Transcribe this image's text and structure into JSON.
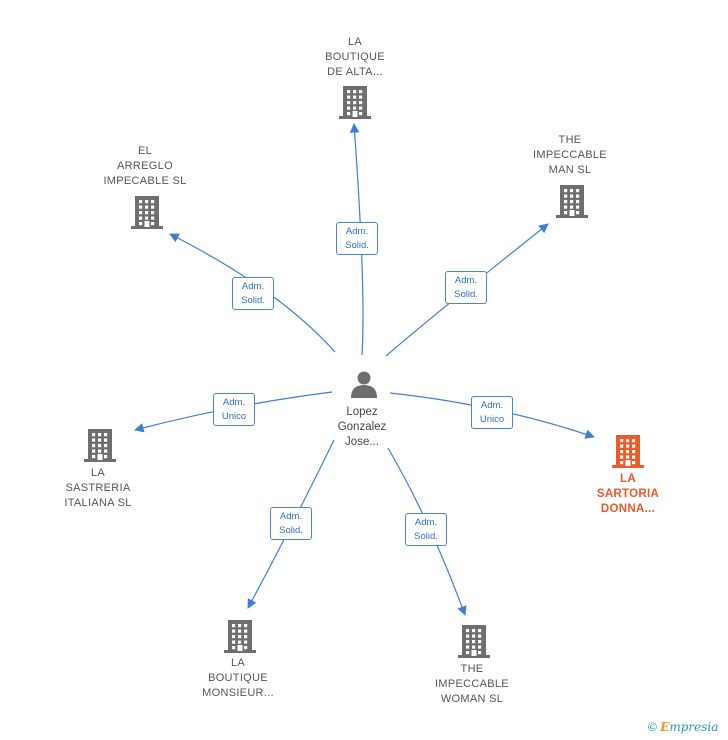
{
  "center": {
    "label": [
      "Lopez",
      "Gonzalez",
      "Jose..."
    ]
  },
  "colors": {
    "edge": "#3e7fd6",
    "node": "#6e6e6e",
    "highlight": "#f05a28"
  },
  "companies": [
    {
      "id": "la-boutique-de-alta",
      "label": [
        "LA",
        "BOUTIQUE",
        "DE ALTA..."
      ],
      "highlight": false
    },
    {
      "id": "the-impeccable-man",
      "label": [
        "THE",
        "IMPECCABLE",
        "MAN SL"
      ],
      "highlight": false
    },
    {
      "id": "el-arreglo-impecable",
      "label": [
        "EL",
        "ARREGLO",
        "IMPECABLE SL"
      ],
      "highlight": false
    },
    {
      "id": "la-sastreria-italiana",
      "label": [
        "LA",
        "SASTRERIA",
        "ITALIANA  SL"
      ],
      "highlight": false
    },
    {
      "id": "la-sartoria-donna",
      "label": [
        "LA",
        "SARTORIA",
        "DONNA..."
      ],
      "highlight": true
    },
    {
      "id": "la-boutique-monsieur",
      "label": [
        "LA",
        "BOUTIQUE",
        "MONSIEUR..."
      ],
      "highlight": false
    },
    {
      "id": "the-impeccable-woman",
      "label": [
        "THE",
        "IMPECCABLE",
        "WOMAN SL"
      ],
      "highlight": false
    }
  ],
  "relations": [
    {
      "to": "la-boutique-de-alta",
      "label": [
        "Adm.",
        "Solid."
      ]
    },
    {
      "to": "the-impeccable-man",
      "label": [
        "Adm.",
        "Solid."
      ]
    },
    {
      "to": "el-arreglo-impecable",
      "label": [
        "Adm.",
        "Solid."
      ]
    },
    {
      "to": "la-sastreria-italiana",
      "label": [
        "Adm.",
        "Unico"
      ]
    },
    {
      "to": "la-sartoria-donna",
      "label": [
        "Adm.",
        "Unico"
      ]
    },
    {
      "to": "la-boutique-monsieur",
      "label": [
        "Adm.",
        "Solid."
      ]
    },
    {
      "to": "the-impeccable-woman",
      "label": [
        "Adm.",
        "Solid."
      ]
    }
  ],
  "footer": {
    "copyright_symbol": "©",
    "brand_first": "E",
    "brand_rest": "mpresia"
  }
}
